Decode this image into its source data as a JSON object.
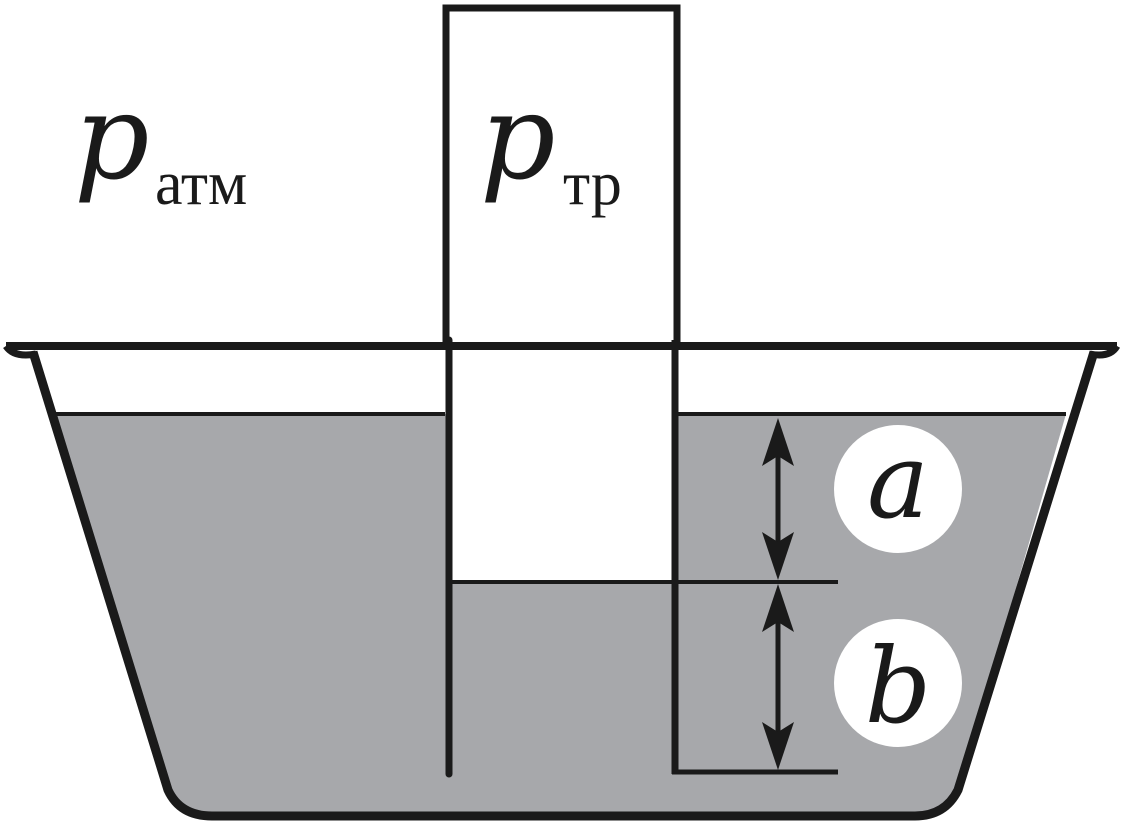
{
  "labels": {
    "atm_symbol": "p",
    "atm_subscript": "атм",
    "tube_symbol": "p",
    "tube_subscript": "тр",
    "height_a": "a",
    "height_b": "b"
  },
  "colors": {
    "liquid": "#a7a8ab",
    "stroke": "#1a1a1a",
    "background": "#ffffff",
    "label_circle": "#ffffff"
  }
}
